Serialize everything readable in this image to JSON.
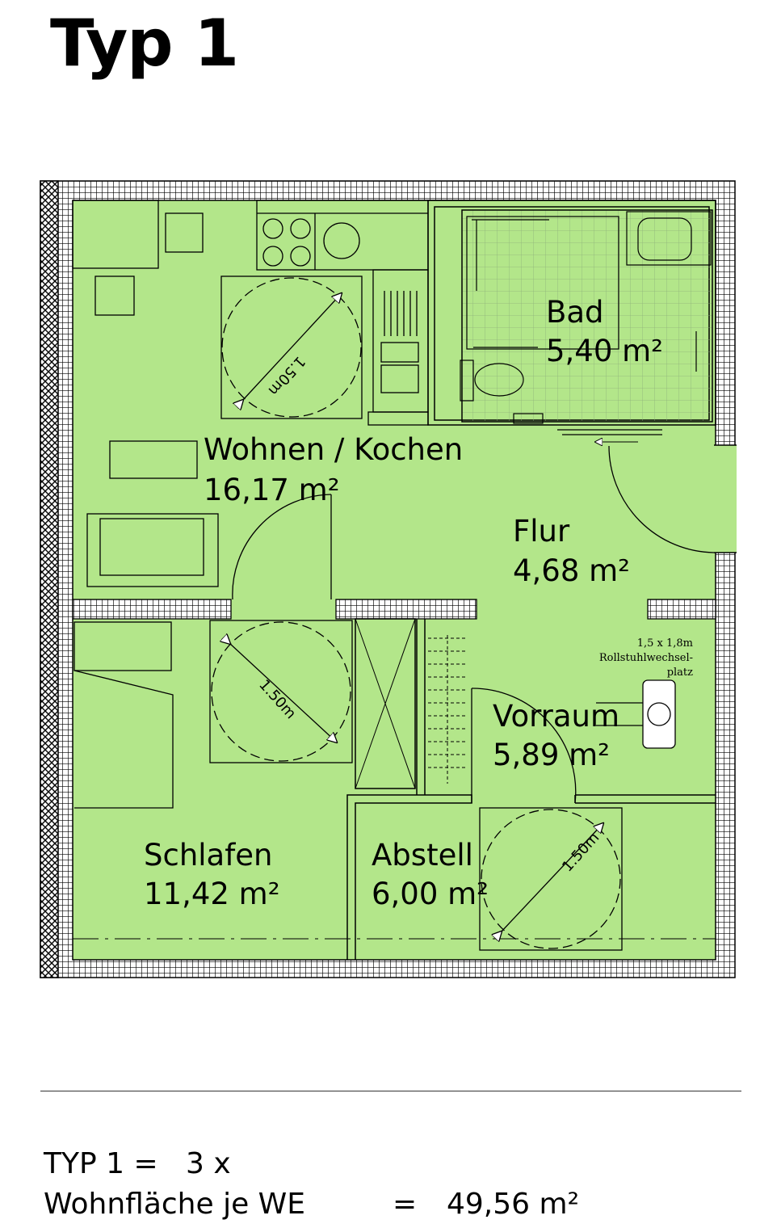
{
  "title": "Typ 1",
  "rooms": {
    "wohnen": {
      "name": "Wohnen / Kochen",
      "area": "16,17 m²"
    },
    "bad": {
      "name": "Bad",
      "area": "5,40 m²"
    },
    "flur": {
      "name": "Flur",
      "area": "4,68 m²"
    },
    "vorraum": {
      "name": "Vorraum",
      "area": "5,89 m²"
    },
    "schlafen": {
      "name": "Schlafen",
      "area": "11,42 m²"
    },
    "abstell": {
      "name": "Abstell",
      "area": "6,00 m²"
    }
  },
  "turning_circle_label": "1.50m",
  "wheelchair_note": {
    "line1": "1,5 x 1,8m",
    "line2": "Rollstuhlwechsel-",
    "line3": "platz"
  },
  "colors": {
    "floor": "#b3e68a",
    "wall_hatch": "#000000",
    "background": "#ffffff"
  },
  "summary": {
    "type_label": "TYP 1 =",
    "count": "3 x",
    "area_label": "Wohnfläche je WE",
    "equals": "=",
    "area_value": "49,56 m²"
  }
}
